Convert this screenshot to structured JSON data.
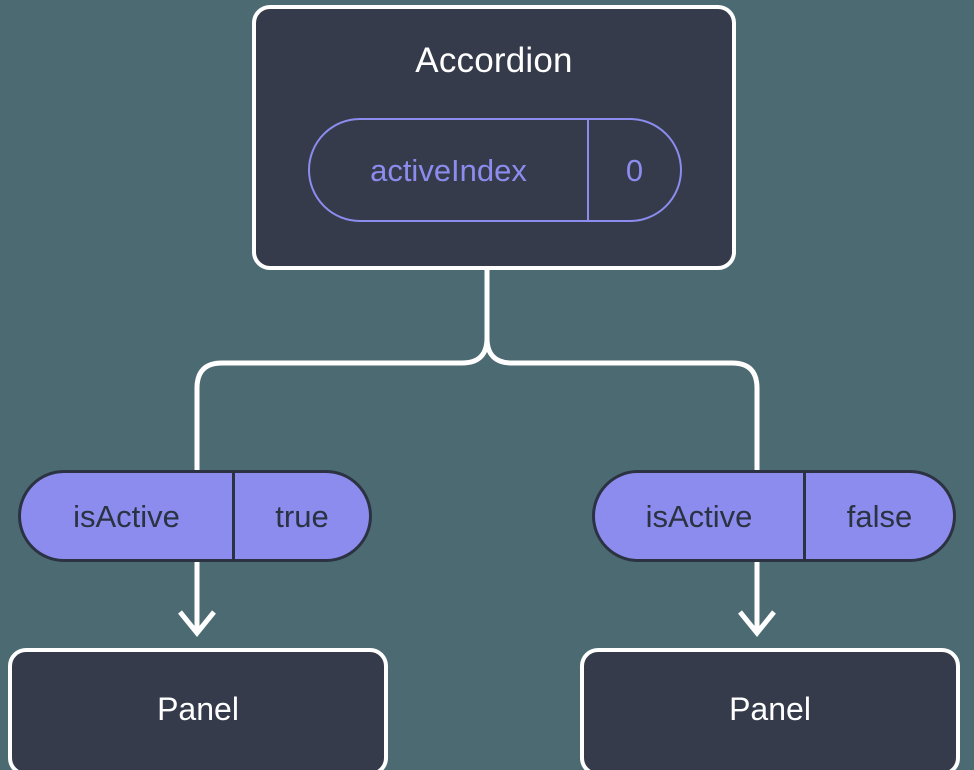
{
  "diagram": {
    "type": "component-state-flow",
    "background_color": "#4c6a72",
    "node_fill_color": "#353b4a",
    "node_border_color": "#ffffff",
    "pill_fill_color": "#8b8cee",
    "pill_text_color": "#2b3242",
    "accent_color": "#8b8cee",
    "connector_color": "#ffffff"
  },
  "root": {
    "title": "Accordion",
    "state": {
      "key": "activeIndex",
      "value": "0"
    }
  },
  "branches": [
    {
      "prop": {
        "key": "isActive",
        "value": "true"
      },
      "child": {
        "title": "Panel"
      }
    },
    {
      "prop": {
        "key": "isActive",
        "value": "false"
      },
      "child": {
        "title": "Panel"
      }
    }
  ]
}
